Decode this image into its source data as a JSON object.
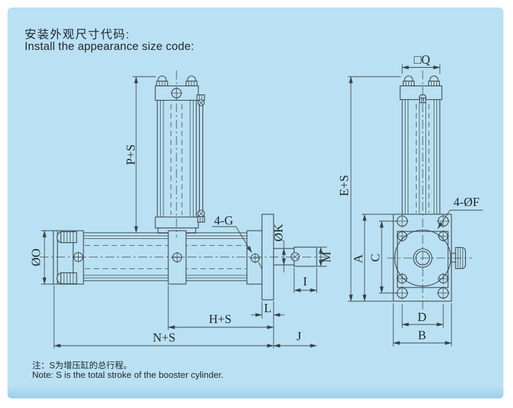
{
  "page": {
    "title_zh": "安装外观尺寸代码:",
    "title_en": "Install the appearance size code:",
    "note_zh": "注：S为增压缸的总行程。",
    "note_en": "Note: S is the total stroke of the booster cylinder."
  },
  "colors": {
    "panel": "#b9e1f3",
    "panel_edge": "#9cd0eb",
    "line": "#3c4146",
    "ink": "#23282d"
  },
  "drawing": {
    "front_view": {
      "labels": {
        "p_plus_s": "P+S",
        "phi_o": "ØO",
        "four_g": "4-G",
        "phi_k": "ØK",
        "m": "M",
        "i": "I",
        "l": "L",
        "h_plus_s": "H+S",
        "n_plus_s": "N+S",
        "j": "J"
      }
    },
    "side_view": {
      "labels": {
        "sq_q": "□Q",
        "e_plus_s": "E+S",
        "four_phi_f": "4-ØF",
        "a": "A",
        "c": "C",
        "d": "D",
        "b": "B"
      }
    }
  }
}
